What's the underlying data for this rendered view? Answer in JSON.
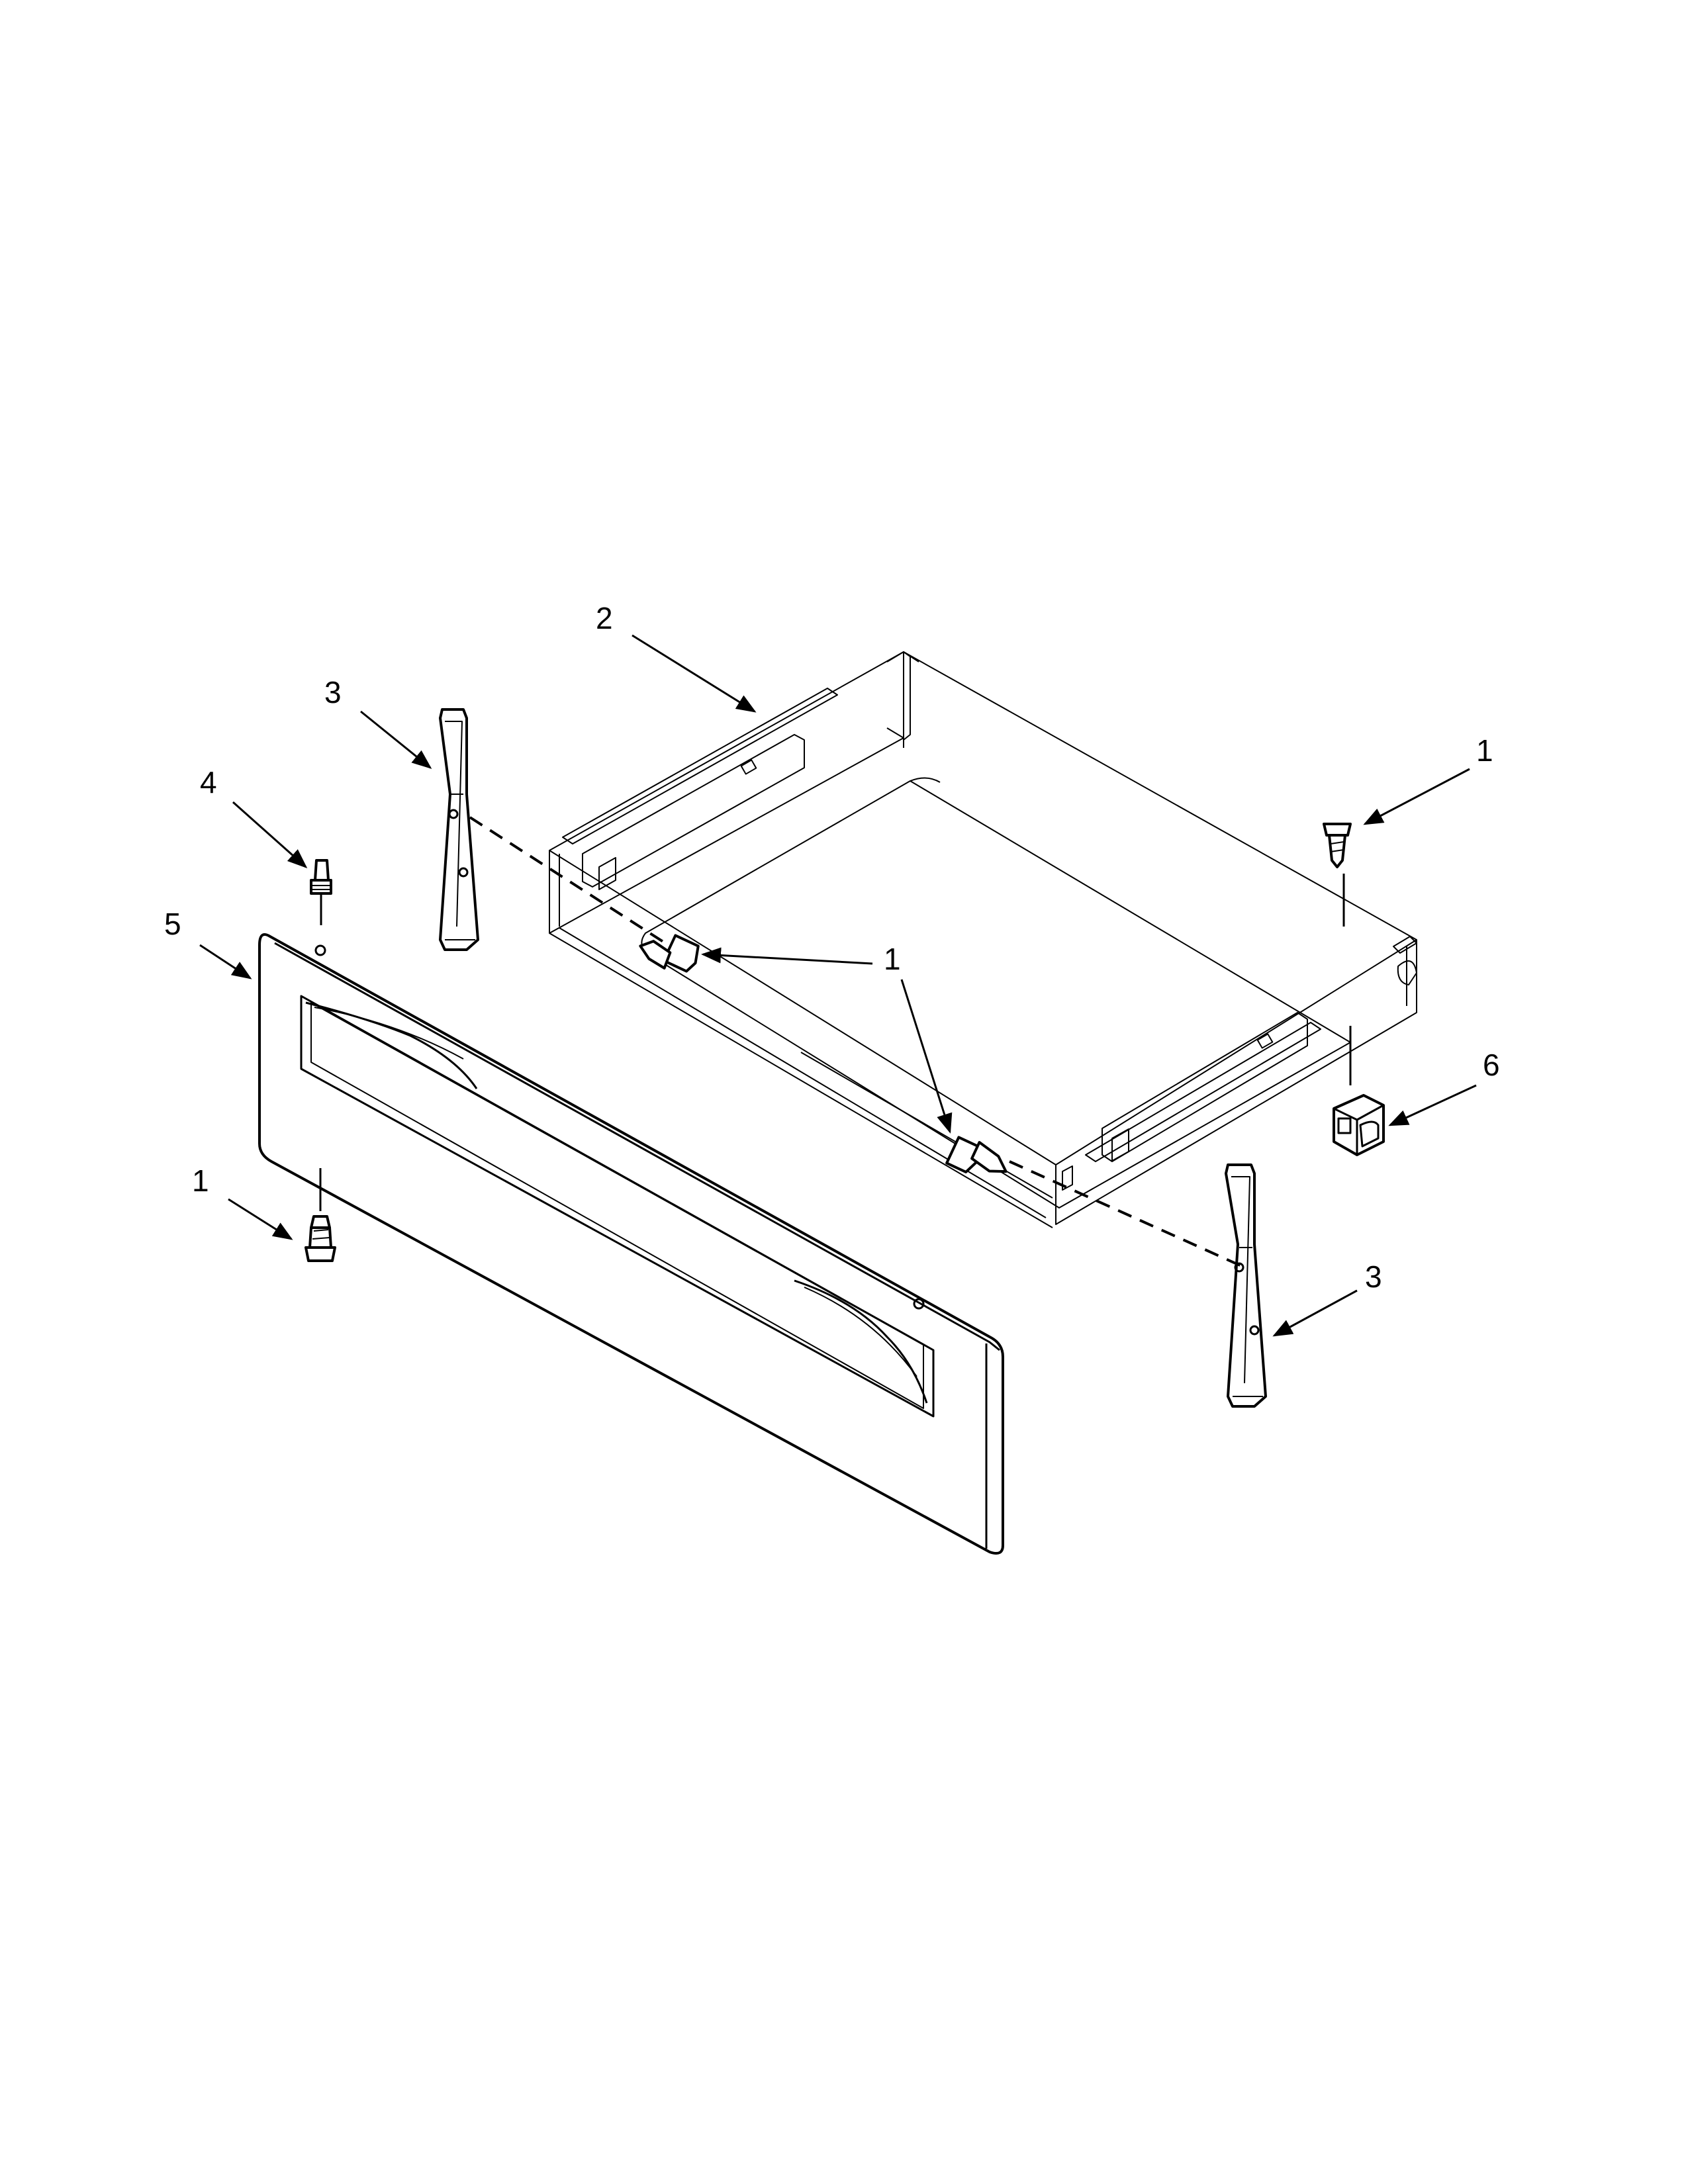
{
  "callouts": [
    {
      "id": "c1a",
      "label": "1"
    },
    {
      "id": "c1b",
      "label": "1"
    },
    {
      "id": "c1c",
      "label": "1"
    },
    {
      "id": "c1d",
      "label": "1"
    },
    {
      "id": "c2",
      "label": "2"
    },
    {
      "id": "c3a",
      "label": "3"
    },
    {
      "id": "c3b",
      "label": "3"
    },
    {
      "id": "c4",
      "label": "4"
    },
    {
      "id": "c5",
      "label": "5"
    },
    {
      "id": "c6",
      "label": "6"
    }
  ]
}
